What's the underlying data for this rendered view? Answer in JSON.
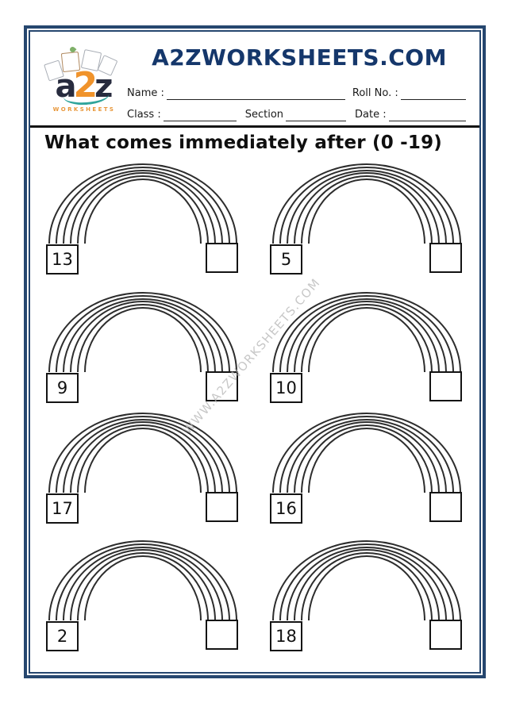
{
  "page": {
    "header": {
      "site_title": "A2ZWORKSHEETS.COM",
      "logo": {
        "text_a": "a",
        "text_2": "2",
        "text_z": "z",
        "caption": "WORKSHEETS"
      },
      "fields": {
        "name_label": "Name :",
        "name_value": "",
        "roll_label": "Roll No. :",
        "roll_value": "",
        "class_label": "Class :",
        "class_value": "",
        "section_label": "Section",
        "section_value": "",
        "date_label": "Date :",
        "date_value": ""
      }
    },
    "worksheet": {
      "title": "What comes immediately after (0 -19)",
      "watermark": "WWW.A2ZWORKSHEETS.COM",
      "problems": [
        {
          "given": "13",
          "answer": ""
        },
        {
          "given": "5",
          "answer": ""
        },
        {
          "given": "9",
          "answer": ""
        },
        {
          "given": "10",
          "answer": ""
        },
        {
          "given": "17",
          "answer": ""
        },
        {
          "given": "16",
          "answer": ""
        },
        {
          "given": "2",
          "answer": ""
        },
        {
          "given": "18",
          "answer": ""
        }
      ]
    },
    "colors": {
      "border_navy": "#26476f",
      "title_navy": "#15376b",
      "logo_orange": "#f0932b",
      "logo_teal": "#2fa49b",
      "arc_stroke": "#2d2d2d"
    }
  }
}
